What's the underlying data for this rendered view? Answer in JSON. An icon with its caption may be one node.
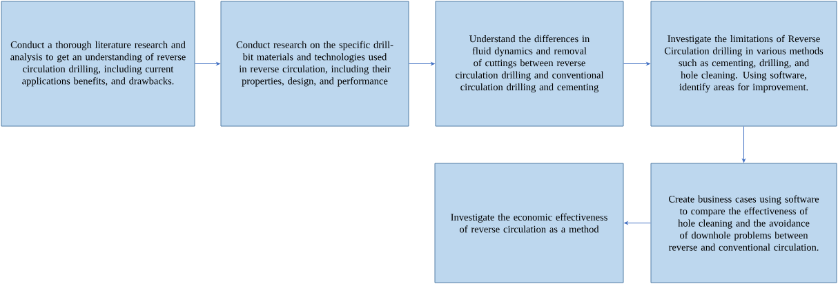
{
  "diagram": {
    "nodes": [
      {
        "text": [
          "Conduct a thorough literature research and analysis to get an understanding of reverse circulation drilling, including current applications benefits, and drawbacks."
        ]
      },
      {
        "text": [
          "Conduct research on the specific drill-bit materials and technologies used in reverse circulation, including their properties, design, and performance"
        ]
      },
      {
        "text": [
          "Understand the differences in fluid dynamics and removal of cuttings between reverse circulation drilling and conventional circulation drilling and cementing"
        ]
      },
      {
        "text": [
          "Investigate the limitations of Reverse Circulation drilling in various methods such as cementing, drilling, and hole cleaning. Using software, identify areas for improvement."
        ]
      },
      {
        "text": [
          "Create business cases using software to compare the effectiveness of hole cleaning and the avoidance of downhole problems between reverse and conventional circulation."
        ]
      },
      {
        "text": [
          "Investigate the economic effectiveness of reverse circulation as a method"
        ]
      }
    ],
    "edges": [
      {
        "from": 0,
        "to": 1,
        "arrow": "to"
      },
      {
        "from": 1,
        "to": 2,
        "arrow": "to"
      },
      {
        "from": 2,
        "to": 3,
        "arrow": "to"
      },
      {
        "from": 3,
        "to": 4,
        "arrow": "to"
      },
      {
        "from": 4,
        "to": 5,
        "arrow": "to"
      }
    ]
  }
}
